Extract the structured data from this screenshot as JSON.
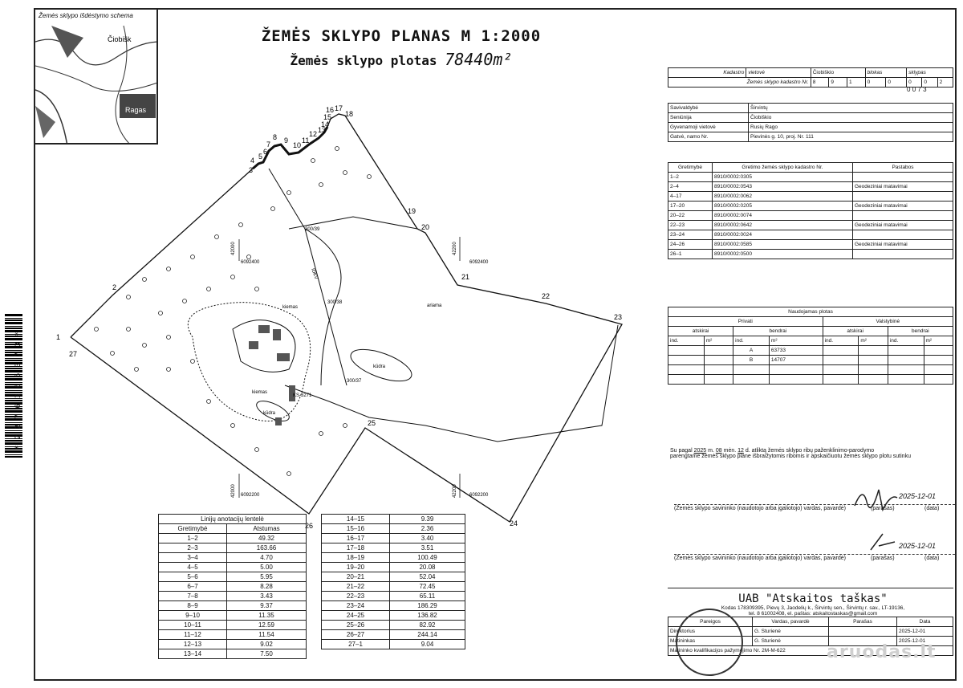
{
  "title": "ŽEMĖS SKLYPO PLANAS M 1:2000",
  "area_label": "Žemės sklypo plotas",
  "area_value": "78440m²",
  "inset_title": "Žemės sklypo išdėstymo schema",
  "inset_labels": [
    "Čiobišk",
    "Ragas"
  ],
  "barcode_number": "* 2 2 7 6 3 6 5 3 7 3 *",
  "header": {
    "kadastro_label": "Kadastro",
    "vietove_label": "vietovė",
    "vietove_value": "Čiobiškio",
    "blokas_label": "blokas",
    "sklypas_label": "sklypas",
    "nr_label": "Žemės sklypo kadastro Nr.",
    "digits": [
      "8",
      "9",
      "1",
      "0",
      "0",
      "0",
      "0",
      "2",
      "0",
      "0",
      "7",
      "3"
    ]
  },
  "location": [
    {
      "label": "Savivaldybė",
      "value": "Širvintų"
    },
    {
      "label": "Seniūnija",
      "value": "Čiobiškio"
    },
    {
      "label": "Gyvenamoji vietovė",
      "value": "Rusių Rago"
    },
    {
      "label": "Gatvė, namo Nr.",
      "value": "Pievinės g. 10, proj. Nr. 111"
    }
  ],
  "neighbors": {
    "headers": [
      "Gretimybė",
      "Gretimo žemės sklypo kadastro Nr.",
      "Pastabos"
    ],
    "rows": [
      [
        "1–2",
        "8910/0002:0305",
        ""
      ],
      [
        "2–4",
        "8910/0002:0543",
        "Geodeziniai matavimai"
      ],
      [
        "4–17",
        "8910/0002:0062",
        ""
      ],
      [
        "17–20",
        "8910/0002:0205",
        "Geodeziniai matavimai"
      ],
      [
        "20–22",
        "8910/0002:0074",
        ""
      ],
      [
        "22–23",
        "8910/0002:0642",
        "Geodeziniai matavimai"
      ],
      [
        "23–24",
        "8910/0002:0024",
        ""
      ],
      [
        "24–26",
        "8910/0002:0585",
        "Geodeziniai matavimai"
      ],
      [
        "26–1",
        "8910/0002:0500",
        ""
      ]
    ]
  },
  "usage": {
    "title": "Naudojamas plotas",
    "privati": "Privati",
    "valstybine": "Valstybinė",
    "atskirai": "atskirai",
    "bendrai": "bendrai",
    "ind": "ind.",
    "m2": "m²",
    "rows": [
      {
        "ind": "A",
        "m2": "63733"
      },
      {
        "ind": "B",
        "m2": "14707"
      }
    ]
  },
  "agreement": {
    "prefix": "Su pagal",
    "year": "2025",
    "m": "m.",
    "month": "08",
    "men": "mėn.",
    "day": "12",
    "text1": "d. atliktą žemės sklypo ribų paženklinimo-parodymo",
    "text2": "parengtame žemės sklypo plane išbraižytomis ribomis ir apskaičiuotu žemės sklypo plotu sutinku"
  },
  "signatures": [
    {
      "caption": "(Žemės sklypo savininko (naudotojo arba įgaliotojo) vardas, pavardė)",
      "sign": "(parašas)",
      "date": "(data)",
      "date_value": "2025-12-01"
    },
    {
      "caption": "(Žemės sklypo savininko (naudotojo arba įgaliotojo) vardas, pavardė)",
      "sign": "(parašas)",
      "date": "(data)",
      "date_value": "2025-12-01"
    }
  ],
  "company": {
    "name": "UAB \"Atskaitos taškas\"",
    "line1": "Kodas 178309395, Pievų 3, Jaodelių k., Širvintų sen., Širvintų r. sav., LT-19136,",
    "line2": "tel. 8 61002408, el. paštas: atskaitostaskas@gmail.com"
  },
  "staff": {
    "headers": [
      "Pareigos",
      "Vardas, pavardė",
      "Parašas",
      "Data"
    ],
    "rows": [
      [
        "Direktorius",
        "G. Sturienė",
        "",
        "2025-12-01"
      ],
      [
        "Matininkas",
        "G. Sturienė",
        "",
        "2025-12-01"
      ]
    ]
  },
  "license": "Matininko kvalifikacijos pažymėjimo Nr. 2M-M-622",
  "watermark": "aruodas.lt",
  "lines_table": {
    "title": "Linijų anotacijų lentelė",
    "headers": [
      "Gretimybė",
      "Atstumas"
    ],
    "left": [
      [
        "1–2",
        "49.32"
      ],
      [
        "2–3",
        "163.66"
      ],
      [
        "3–4",
        "4.70"
      ],
      [
        "4–5",
        "5.00"
      ],
      [
        "5–6",
        "5.95"
      ],
      [
        "6–7",
        "8.28"
      ],
      [
        "7–8",
        "3.43"
      ],
      [
        "8–9",
        "9.37"
      ],
      [
        "9–10",
        "11.35"
      ],
      [
        "10–11",
        "12.59"
      ],
      [
        "11–12",
        "11.54"
      ],
      [
        "12–13",
        "9.02"
      ],
      [
        "13–14",
        "7.50"
      ]
    ],
    "right": [
      [
        "14–15",
        "9.39"
      ],
      [
        "15–16",
        "2.36"
      ],
      [
        "16–17",
        "3.40"
      ],
      [
        "17–18",
        "3.51"
      ],
      [
        "18–19",
        "100.49"
      ],
      [
        "19–20",
        "20.08"
      ],
      [
        "20–21",
        "52.04"
      ],
      [
        "21–22",
        "72.45"
      ],
      [
        "22–23",
        "65.11"
      ],
      [
        "23–24",
        "186.29"
      ],
      [
        "24–25",
        "136.82"
      ],
      [
        "25–26",
        "82.92"
      ],
      [
        "26–27",
        "244.14"
      ],
      [
        "27–1",
        "9.04"
      ]
    ]
  },
  "map": {
    "points": [
      "1",
      "2",
      "3",
      "4",
      "5",
      "6",
      "7",
      "8",
      "9",
      "10",
      "11",
      "12",
      "13",
      "14",
      "15",
      "16",
      "17",
      "18",
      "19",
      "20",
      "21",
      "22",
      "23",
      "24",
      "25",
      "26",
      "27"
    ],
    "coords": [
      "6092400",
      "6092400",
      "6092200",
      "6092200",
      "42000",
      "42200",
      "42000",
      "42200"
    ],
    "labels": [
      "300/39",
      "300/38",
      "300/37",
      "KS-3271",
      "kiemas",
      "kiemas",
      "ariama",
      "kūdra",
      "kūdra",
      "IDKV"
    ]
  }
}
